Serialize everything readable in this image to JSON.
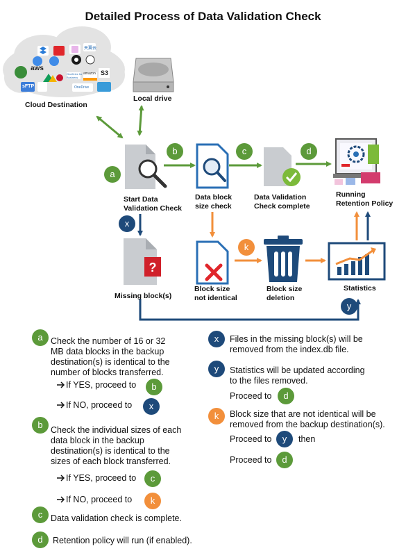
{
  "title": "Detailed Process of Data Validation Check",
  "nodes": {
    "cloud_destination": "Cloud Destination",
    "local_drive": "Local drive",
    "start_check": [
      "Start Data",
      "Validation  Check"
    ],
    "block_size_check": [
      "Data block",
      "size check"
    ],
    "check_complete": [
      "Data Validation",
      "Check complete"
    ],
    "retention_policy": [
      "Running",
      "Retention Policy"
    ],
    "missing_blocks": "Missing  block(s)",
    "not_identical": [
      "Block size",
      "not identical"
    ],
    "block_deletion": [
      "Block size",
      "deletion"
    ],
    "statistics": "Statistics"
  },
  "cloud_logos": {
    "aws": "aws",
    "sftp": "sFTP",
    "s3": "S3",
    "amazon": "amazon",
    "onedrive": "OneDrive",
    "onedrive_business": "OneDrive for Business",
    "cn_brand": "天翼云"
  },
  "flow_badges": {
    "a": "a",
    "b": "b",
    "c": "c",
    "d": "d",
    "x": "x",
    "k": "k",
    "y": "y"
  },
  "legend": {
    "a_text": [
      "Check the number  of 16 or 32",
      "MB data blocks in the backup",
      "destination(s) is identical to the",
      "number of blocks transferred."
    ],
    "a_yes": "If YES, proceed to",
    "a_no": "If NO, proceed to",
    "b_text": [
      "Check the individual sizes of each",
      "data block in the backup",
      "destination(s) is identical to the",
      "sizes of each block transferred."
    ],
    "b_yes": "If YES, proceed to",
    "b_no": "If NO, proceed to",
    "c_text": "Data validation check is complete.",
    "d_text": "Retention policy will run (if enabled).",
    "x_text": [
      "Files in the missing block(s) will be",
      "removed from the index.db file."
    ],
    "y_text": [
      "Statistics will be updated according",
      "to the files removed."
    ],
    "y_proceed": "Proceed to",
    "k_text": [
      "Block size that are not identical will be",
      "removed from the backup destination(s)."
    ],
    "k_proceed": "Proceed to",
    "k_then": "then",
    "k_proceed2": "Proceed to"
  },
  "colors": {
    "green": "#5c9a3a",
    "navy": "#1e4a7a",
    "orange": "#f28f3b",
    "red": "#e0262b"
  }
}
